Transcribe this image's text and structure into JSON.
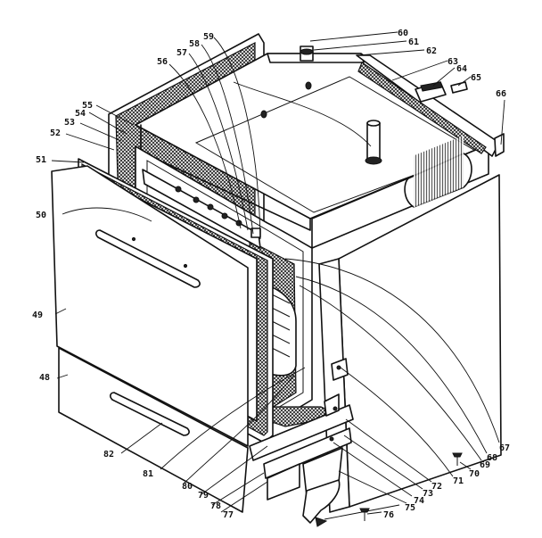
{
  "callouts": {
    "c48": "48",
    "c49": "49",
    "c50": "50",
    "c51": "51",
    "c52": "52",
    "c53": "53",
    "c54": "54",
    "c55": "55",
    "c56": "56",
    "c57": "57",
    "c58": "58",
    "c59": "59",
    "c60": "60",
    "c61": "61",
    "c62": "62",
    "c63": "63",
    "c64": "64",
    "c65": "65",
    "c66": "66",
    "c67": "67",
    "c68": "68",
    "c69": "69",
    "c70": "70",
    "c71": "71",
    "c72": "72",
    "c73": "73",
    "c74": "74",
    "c75": "75",
    "c76": "76",
    "c77": "77",
    "c78": "78",
    "c79": "79",
    "c80": "80",
    "c81": "81",
    "c82": "82"
  }
}
